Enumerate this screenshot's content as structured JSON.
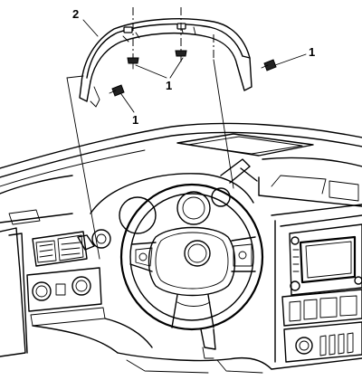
{
  "callouts": {
    "item_2": "2",
    "item_1_right": "1",
    "item_1_center": "1",
    "item_1_left": "1"
  },
  "icons": [
    "trim-panel",
    "screw",
    "steering-wheel",
    "instrument-panel",
    "radio-head-unit"
  ],
  "colors": {
    "line": "#000000",
    "background": "#ffffff"
  }
}
